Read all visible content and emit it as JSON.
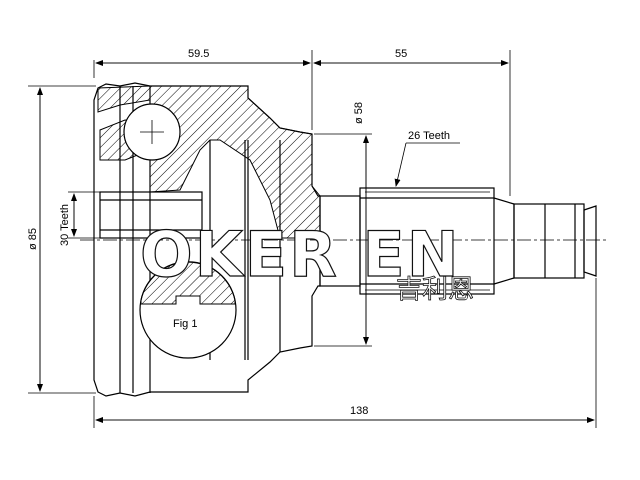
{
  "dimensions": {
    "bell_length": "59.5",
    "shaft_length": "55",
    "bell_diameter": "ø 85",
    "spline_diameter": "ø 58",
    "total_length": "138"
  },
  "labels": {
    "outer_teeth": "26 Teeth",
    "inner_teeth": "30 Teeth",
    "figure": "Fig 1"
  },
  "watermark": {
    "text": "OKER EN",
    "chinese": "吉利恩"
  }
}
